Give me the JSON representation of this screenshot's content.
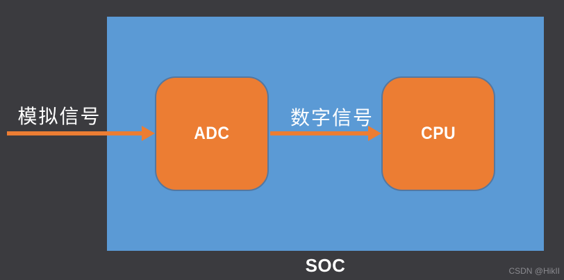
{
  "diagram": {
    "chip_caption": "SOC",
    "blocks": [
      {
        "id": "adc",
        "label": "ADC"
      },
      {
        "id": "cpu",
        "label": "CPU"
      }
    ],
    "signals": [
      {
        "id": "analog",
        "label": "模拟信号",
        "from": "external-input",
        "to": "adc"
      },
      {
        "id": "digital",
        "label": "数字信号",
        "from": "adc",
        "to": "cpu"
      }
    ],
    "colors": {
      "background": "#3b3b3f",
      "chip_fill": "#5b9ad5",
      "block_fill": "#ec7d33",
      "block_border": "#55779f",
      "arrow": "#ec7d33",
      "text": "#ffffff",
      "watermark_text": "#8b8b90"
    }
  },
  "watermark": "CSDN @HikII"
}
